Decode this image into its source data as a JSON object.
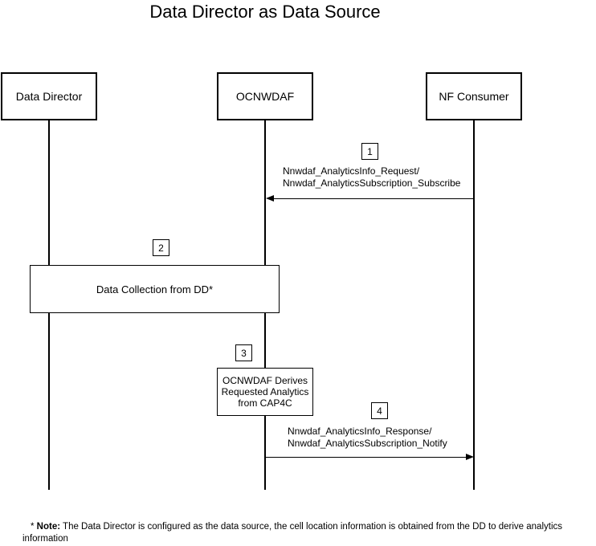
{
  "title": "Data Director as Data Source",
  "actors": {
    "data_director": "Data Director",
    "ocnwdaf": "OCNWDAF",
    "nf_consumer": "NF Consumer"
  },
  "steps": {
    "s1": {
      "badge": "1",
      "line1": "Nnwdaf_AnalyticsInfo_Request/",
      "line2": "Nnwdaf_AnalyticsSubscription_Subscribe"
    },
    "s2": {
      "badge": "2",
      "label": "Data Collection from DD*"
    },
    "s3": {
      "badge": "3",
      "line1": "OCNWDAF Derives",
      "line2": "Requested Analytics",
      "line3": "from CAP4C"
    },
    "s4": {
      "badge": "4",
      "line1": "Nnwdaf_AnalyticsInfo_Response/",
      "line2": "Nnwdaf_AnalyticsSubscription_Notify"
    }
  },
  "note": {
    "star": "* ",
    "label": "Note:",
    "text": " The Data Director is configured as the data source, the cell location information is obtained from the DD to derive analytics information"
  }
}
